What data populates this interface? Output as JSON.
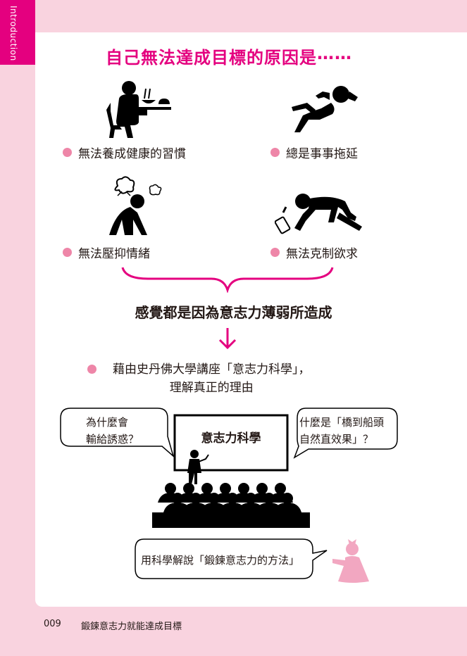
{
  "sidebar": {
    "tab_label": "Introduction"
  },
  "page": {
    "title": "自己無法達成目標的原因是⋯⋯"
  },
  "reasons": [
    {
      "label": "無法養成健康的習慣",
      "icon": "eating-person-icon"
    },
    {
      "label": "總是事事拖延",
      "icon": "lounging-person-icon"
    },
    {
      "label": "無法壓抑情緒",
      "icon": "frustrated-person-icon"
    },
    {
      "label": "無法克制欲求",
      "icon": "drunk-crawling-person-icon"
    }
  ],
  "conclusion": "感覺都是因為意志力薄弱所造成",
  "method": {
    "line1": "藉由史丹佛大學講座「意志力科學」，",
    "line2": "理解真正的理由"
  },
  "lecture": {
    "board_text": "意志力科學",
    "left_bubble": {
      "line1": "為什麼會",
      "line2": "輸給誘惑？"
    },
    "right_bubble": {
      "line1": "什麼是「橋到船頭",
      "line2": "自然直效果」？"
    },
    "bottom_bubble": "用科學解說「鍛鍊意志力的方法」"
  },
  "footer": {
    "page_number": "009",
    "book_title": "鍛鍊意志力就能達成目標"
  },
  "colors": {
    "accent": "#e4007f",
    "bullet": "#ee86a8",
    "background": "#f9d3df",
    "figure_pink": "#f2a7c1"
  }
}
